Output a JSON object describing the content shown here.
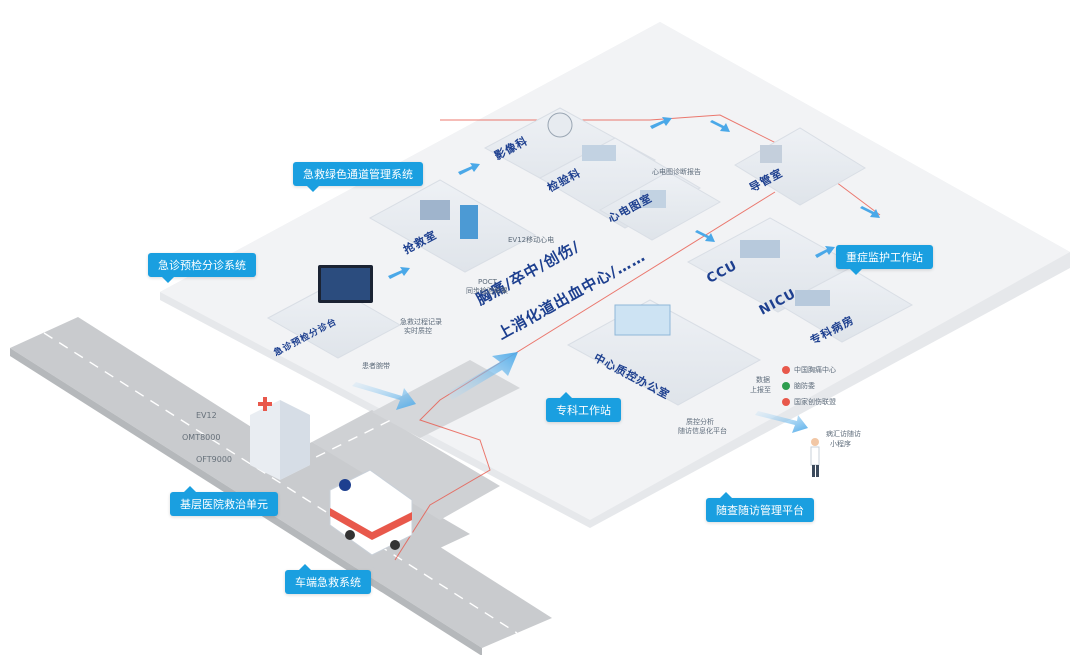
{
  "callouts": {
    "green_channel": "急救绿色通道管理系统",
    "triage": "急诊预检分诊系统",
    "icu_station": "重症监护工作站",
    "specialist_station": "专科工作站",
    "primary_hospital": "基层医院救治单元",
    "vehicle": "车端急救系统",
    "followup": "随查随访管理平台"
  },
  "rooms": {
    "imaging": "影像科",
    "lab": "检验科",
    "ecg": "心电图室",
    "cath": "导管室",
    "rescue": "抢救室",
    "triage_desk": "急诊预检分诊台",
    "ccu": "CCU",
    "nicu": "NICU",
    "specialty_ward": "专科病房",
    "center_office": "中心质控办公室"
  },
  "center_slogan": {
    "line1": "胸痛/卒中/创伤/",
    "line2": "上消化道出血中心/……"
  },
  "small_labels": {
    "ecg_report": "心电图诊断报告",
    "ev12_mobile": "EV12移动心电",
    "poct": "POCT",
    "poct_sub": "同步检验结果",
    "emergency_record": "急救过程记录",
    "realtime_qc": "实时质控",
    "patient_band": "患者腕带",
    "data_report": "数据",
    "data_report2": "上报至",
    "qc_analysis": "质控分析",
    "qc_platform": "随访信息化平台",
    "followup_miniapp": "病汇访随访",
    "followup_miniapp2": "小程序"
  },
  "orgs": [
    "中国胸痛中心",
    "脑防委",
    "国家创伤联盟"
  ],
  "devices": [
    "EV12",
    "OMT8000",
    "OFT9000"
  ],
  "colors": {
    "accent": "#1a9fe0",
    "platform": "#f2f3f5",
    "road": "#c9cbce",
    "route": "#e8584b",
    "room_text": "#1d3f8f"
  }
}
